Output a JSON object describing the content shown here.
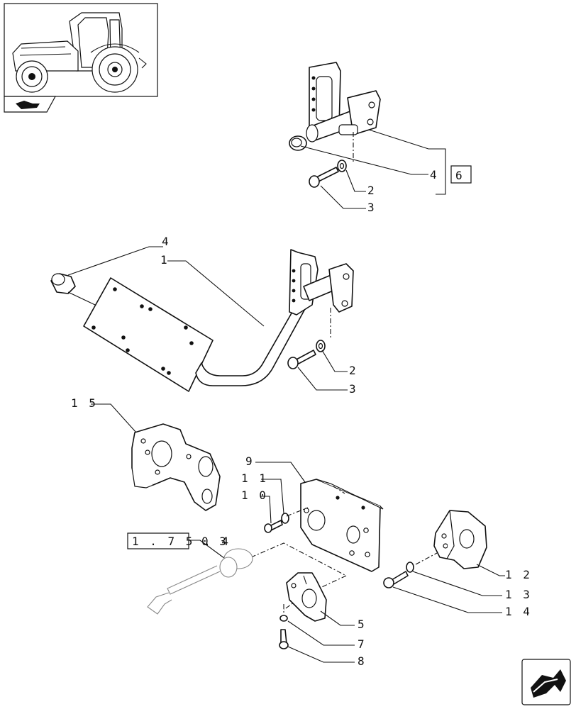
{
  "callouts": {
    "ref_6": "6",
    "top_4": "4",
    "top_2": "2",
    "top_3": "3",
    "mid_4": "4",
    "mid_1": "1",
    "mid_2": "2",
    "mid_3": "3",
    "c15": "1 5",
    "c9": "9",
    "c11": "1 1",
    "c10": "1 0",
    "ref_175": "1 . 7 5 . 4",
    "c03": "0 3",
    "c12": "1 2",
    "c13": "1 3",
    "c14": "1 4",
    "c5": "5",
    "c7": "7",
    "c8": "8"
  },
  "icons": {
    "thumbnail": "tractor-thumbnail-icon",
    "thumbnail_tab": "tractor-view-icon",
    "corner": "next-page-arrow-icon"
  }
}
